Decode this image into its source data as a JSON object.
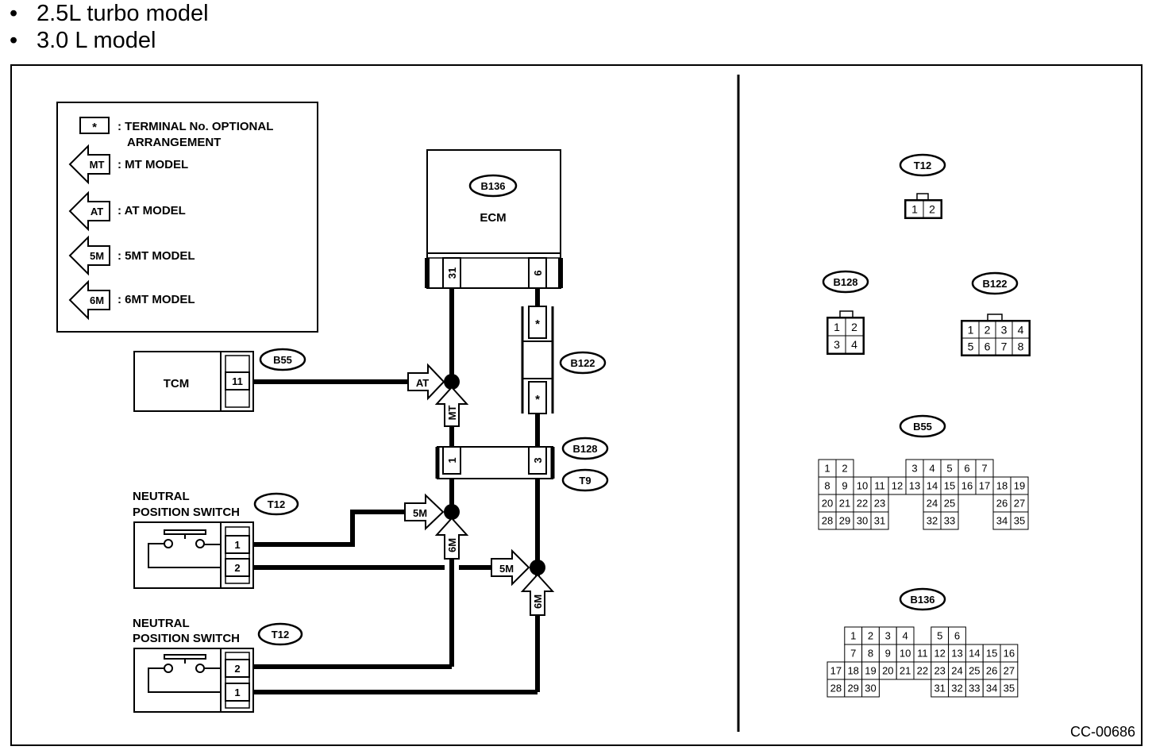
{
  "bullets": [
    "2.5L turbo model",
    "3.0 L model"
  ],
  "legend": {
    "terminal_symbol": "*",
    "terminal_line1": ": TERMINAL No. OPTIONAL",
    "terminal_line2": "ARRANGEMENT",
    "mt_tag": "MT",
    "mt_text": ": MT MODEL",
    "at_tag": "AT",
    "at_text": ": AT MODEL",
    "m5_tag": "5M",
    "m5_text": ": 5MT MODEL",
    "m6_tag": "6M",
    "m6_text": ": 6MT MODEL"
  },
  "ecm": {
    "connector": "B136",
    "label": "ECM",
    "pin_a": "31",
    "pin_b": "6"
  },
  "tcm": {
    "label": "TCM",
    "connector": "B55",
    "pin": "11"
  },
  "junctions": {
    "b122": "B122",
    "b128": "B128",
    "t9": "T9",
    "star": "*",
    "pin1": "1",
    "pin3": "3"
  },
  "arrows": {
    "at": "AT",
    "mt": "MT",
    "m5a": "5M",
    "m6a": "6M",
    "m5b": "5M",
    "m6b": "6M"
  },
  "switch1": {
    "line1": "NEUTRAL",
    "line2": "POSITION SWITCH",
    "connector": "T12",
    "pin_top": "1",
    "pin_bottom": "2"
  },
  "switch2": {
    "line1": "NEUTRAL",
    "line2": "POSITION SWITCH",
    "connector": "T12",
    "pin_top": "2",
    "pin_bottom": "1"
  },
  "connector_views": {
    "t12": {
      "name": "T12",
      "pins": [
        "1",
        "2"
      ]
    },
    "b128": {
      "name": "B128",
      "pins": [
        "1",
        "2",
        "3",
        "4"
      ]
    },
    "b122": {
      "name": "B122",
      "pins": [
        "1",
        "2",
        "3",
        "4",
        "5",
        "6",
        "7",
        "8"
      ]
    },
    "b55": {
      "name": "B55",
      "pins": [
        "1",
        "2",
        "3",
        "4",
        "5",
        "6",
        "7",
        "8",
        "9",
        "10",
        "11",
        "12",
        "13",
        "14",
        "15",
        "16",
        "17",
        "18",
        "19",
        "20",
        "21",
        "22",
        "23",
        "24",
        "25",
        "26",
        "27",
        "28",
        "29",
        "30",
        "31",
        "32",
        "33",
        "34",
        "35"
      ]
    },
    "b136": {
      "name": "B136",
      "pins": [
        "1",
        "2",
        "3",
        "4",
        "5",
        "6",
        "7",
        "8",
        "9",
        "10",
        "11",
        "12",
        "13",
        "14",
        "15",
        "16",
        "17",
        "18",
        "19",
        "20",
        "21",
        "22",
        "23",
        "24",
        "25",
        "26",
        "27",
        "28",
        "29",
        "30",
        "31",
        "32",
        "33",
        "34",
        "35"
      ]
    }
  },
  "figure_code": "CC-00686"
}
